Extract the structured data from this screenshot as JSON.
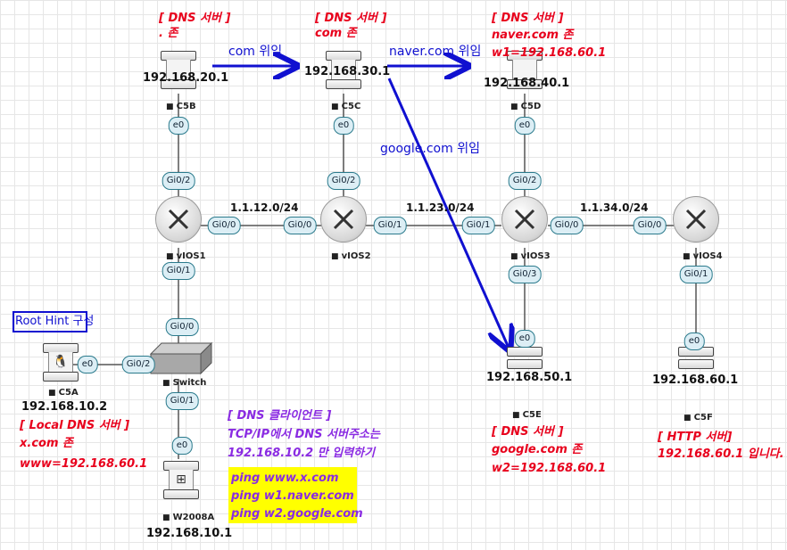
{
  "servers": {
    "c5b": {
      "title": "[ DNS 서버 ]",
      "zone": ". 존",
      "ip": "192.168.20.1",
      "name": "C5B"
    },
    "c5c": {
      "title": "[ DNS 서버 ]",
      "zone": "com 존",
      "ip": "192.168.30.1",
      "name": "C5C"
    },
    "c5d": {
      "title": "[ DNS 서버 ]",
      "zone": "naver.com 존",
      "record": "w1=192.168.60.1",
      "ip": "192.168.40.1",
      "name": "C5D"
    },
    "c5e": {
      "title": "[ DNS 서버 ]",
      "zone": "google.com 존",
      "record": "w2=192.168.60.1",
      "ip": "192.168.50.1",
      "name": "C5E"
    },
    "c5f": {
      "title": "[ HTTP 서버]",
      "desc": "192.168.60.1 입니다.",
      "ip": "192.168.60.1",
      "name": "C5F"
    },
    "c5a": {
      "title": "[ Local DNS 서버 ]",
      "zone": "x.com 존",
      "record": "www=192.168.60.1",
      "ip": "192.168.10.2",
      "name": "C5A"
    },
    "w2008a": {
      "ip": "192.168.10.1",
      "name": "W2008A"
    }
  },
  "routers": {
    "vios1": "vIOS1",
    "vios2": "vIOS2",
    "vios3": "vIOS3",
    "vios4": "vIOS4"
  },
  "switch_name": "Switch",
  "networks": {
    "n12": "1.1.12.0/24",
    "n23": "1.1.23.0/24",
    "n34": "1.1.34.0/24"
  },
  "ports": {
    "e0_c5b": "e0",
    "gi02_v1": "Gi0/2",
    "gi00_v1": "Gi0/0",
    "gi01_v1": "Gi0/1",
    "e0_c5c": "e0",
    "gi02_v2": "Gi0/2",
    "gi00_v2": "Gi0/0",
    "gi01_v2": "Gi0/1",
    "e0_c5d": "e0",
    "gi02_v3": "Gi0/2",
    "gi01_v3": "Gi0/1",
    "gi00_v3": "Gi0/0",
    "gi03_v3": "Gi0/3",
    "gi00_v4": "Gi0/0",
    "gi01_v4": "Gi0/1",
    "e0_c5e": "e0",
    "e0_c5f": "e0",
    "sw_gi00": "Gi0/0",
    "sw_gi02": "Gi0/2",
    "sw_gi01": "Gi0/1",
    "e0_c5a": "e0",
    "e0_w2008a": "e0"
  },
  "delegations": {
    "com": "com 위임",
    "naver": "naver.com 위임",
    "google": "google.com 위임"
  },
  "root_hint": "Root Hint 구성",
  "client_note": {
    "title": "[ DNS 클라이언트 ]",
    "line1": "TCP/IP에서 DNS 서버주소는",
    "line2": "192.168.10.2 만 입력하기"
  },
  "pings": [
    "ping www.x.com",
    "ping w1.naver.com",
    "ping w2.google.com"
  ],
  "colors": {
    "annotation": "#e8001c",
    "client": "#8a2be2",
    "arrow": "#1010d0",
    "highlight": "#ffff00"
  }
}
